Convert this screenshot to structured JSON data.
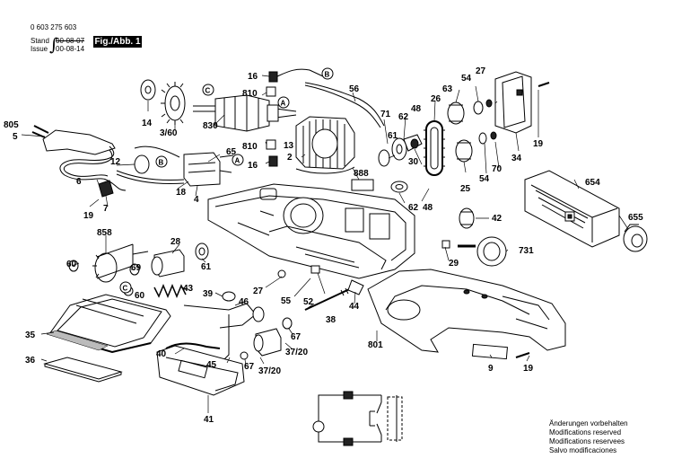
{
  "header": {
    "part_number": "0 603 275 603",
    "stand_label": "Stand",
    "stand_date": "00-08-07",
    "issue_label": "Issue",
    "issue_date": "00-08-14",
    "figure": "Fig./Abb. 1"
  },
  "modifications": [
    "Änderungen vorbehalten",
    "Modifications reserved",
    "Modifications reservees",
    "Salvo modificaciones"
  ],
  "callouts": [
    {
      "id": "c1",
      "text": "16"
    },
    {
      "id": "c2",
      "text": "B"
    },
    {
      "id": "c3",
      "text": "810"
    },
    {
      "id": "c4",
      "text": "A"
    },
    {
      "id": "c5",
      "text": "56"
    },
    {
      "id": "c6",
      "text": "27"
    },
    {
      "id": "c7",
      "text": "54"
    },
    {
      "id": "c8",
      "text": "63"
    },
    {
      "id": "c9",
      "text": "14"
    },
    {
      "id": "c10",
      "text": "C"
    },
    {
      "id": "c11",
      "text": "830"
    },
    {
      "id": "c12",
      "text": "3/60"
    },
    {
      "id": "c13",
      "text": "805"
    },
    {
      "id": "c14",
      "text": "5"
    },
    {
      "id": "c15",
      "text": "71"
    },
    {
      "id": "c16",
      "text": "48"
    },
    {
      "id": "c17",
      "text": "62"
    },
    {
      "id": "c18",
      "text": "61"
    },
    {
      "id": "c19",
      "text": "26"
    },
    {
      "id": "c20",
      "text": "19"
    },
    {
      "id": "c21",
      "text": "810"
    },
    {
      "id": "c22",
      "text": "13"
    },
    {
      "id": "c23",
      "text": "16"
    },
    {
      "id": "c24",
      "text": "2"
    },
    {
      "id": "c25",
      "text": "30"
    },
    {
      "id": "c26",
      "text": "54"
    },
    {
      "id": "c27",
      "text": "70"
    },
    {
      "id": "c28",
      "text": "34"
    },
    {
      "id": "c29",
      "text": "65"
    },
    {
      "id": "c30",
      "text": "12"
    },
    {
      "id": "c31",
      "text": "B"
    },
    {
      "id": "c32",
      "text": "A"
    },
    {
      "id": "c33",
      "text": "18"
    },
    {
      "id": "c34",
      "text": "4"
    },
    {
      "id": "c35",
      "text": "888"
    },
    {
      "id": "c36",
      "text": "25"
    },
    {
      "id": "c37",
      "text": "654"
    },
    {
      "id": "c38",
      "text": "6"
    },
    {
      "id": "c39",
      "text": "19"
    },
    {
      "id": "c40",
      "text": "7"
    },
    {
      "id": "c41",
      "text": "62"
    },
    {
      "id": "c42",
      "text": "48"
    },
    {
      "id": "c43",
      "text": "42"
    },
    {
      "id": "c44",
      "text": "655"
    },
    {
      "id": "c45",
      "text": "858"
    },
    {
      "id": "c46",
      "text": "28"
    },
    {
      "id": "c47",
      "text": "731"
    },
    {
      "id": "c48",
      "text": "60"
    },
    {
      "id": "c49",
      "text": "69"
    },
    {
      "id": "c50",
      "text": "61"
    },
    {
      "id": "c51",
      "text": "29"
    },
    {
      "id": "c52",
      "text": "C"
    },
    {
      "id": "c53",
      "text": "60"
    },
    {
      "id": "c54",
      "text": "43"
    },
    {
      "id": "c55",
      "text": "39"
    },
    {
      "id": "c56",
      "text": "27"
    },
    {
      "id": "c57",
      "text": "55"
    },
    {
      "id": "c58",
      "text": "52"
    },
    {
      "id": "c59",
      "text": "44"
    },
    {
      "id": "c60",
      "text": "46"
    },
    {
      "id": "c61",
      "text": "38"
    },
    {
      "id": "c62",
      "text": "35"
    },
    {
      "id": "c63",
      "text": "801"
    },
    {
      "id": "c64",
      "text": "67"
    },
    {
      "id": "c65",
      "text": "37/20"
    },
    {
      "id": "c66",
      "text": "40"
    },
    {
      "id": "c67",
      "text": "36"
    },
    {
      "id": "c68",
      "text": "45"
    },
    {
      "id": "c69",
      "text": "67"
    },
    {
      "id": "c70",
      "text": "37/20"
    },
    {
      "id": "c71",
      "text": "9"
    },
    {
      "id": "c72",
      "text": "19"
    },
    {
      "id": "c73",
      "text": "41"
    }
  ]
}
